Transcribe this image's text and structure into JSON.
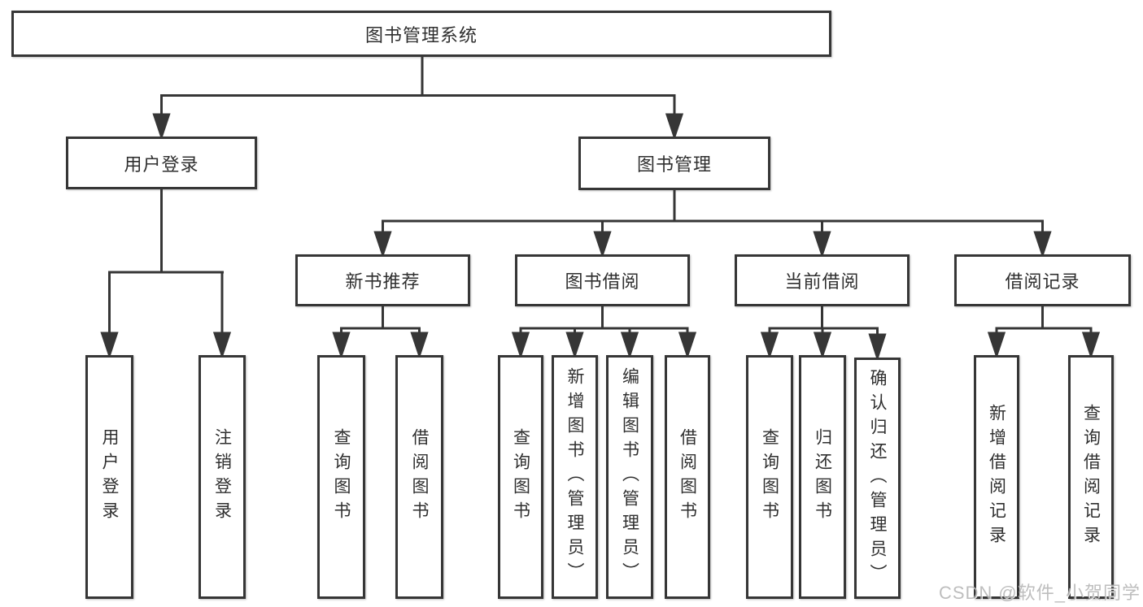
{
  "diagram": {
    "root": {
      "label": "图书管理系统"
    },
    "level2": [
      {
        "label": "用户登录"
      },
      {
        "label": "图书管理"
      }
    ],
    "level3": [
      {
        "label": "新书推荐"
      },
      {
        "label": "图书借阅"
      },
      {
        "label": "当前借阅"
      },
      {
        "label": "借阅记录"
      }
    ],
    "leaves": {
      "user_login": [
        "用户登录",
        "注销登录"
      ],
      "new_book": [
        "查询图书",
        "借阅图书"
      ],
      "borrow": [
        "查询图书",
        "新增图书（管理员）",
        "编辑图书（管理员）",
        "借阅图书"
      ],
      "current": [
        "查询图书",
        "归还图书",
        "确认归还（管理员）"
      ],
      "records": [
        "新增借阅记录",
        "查询借阅记录"
      ]
    }
  },
  "watermark": {
    "text": "CSDN @软件_小贺同学"
  },
  "colors": {
    "line": "#363636",
    "text": "#2f2f2f",
    "watermark": "#b3b3b3",
    "background": "#ffffff"
  }
}
